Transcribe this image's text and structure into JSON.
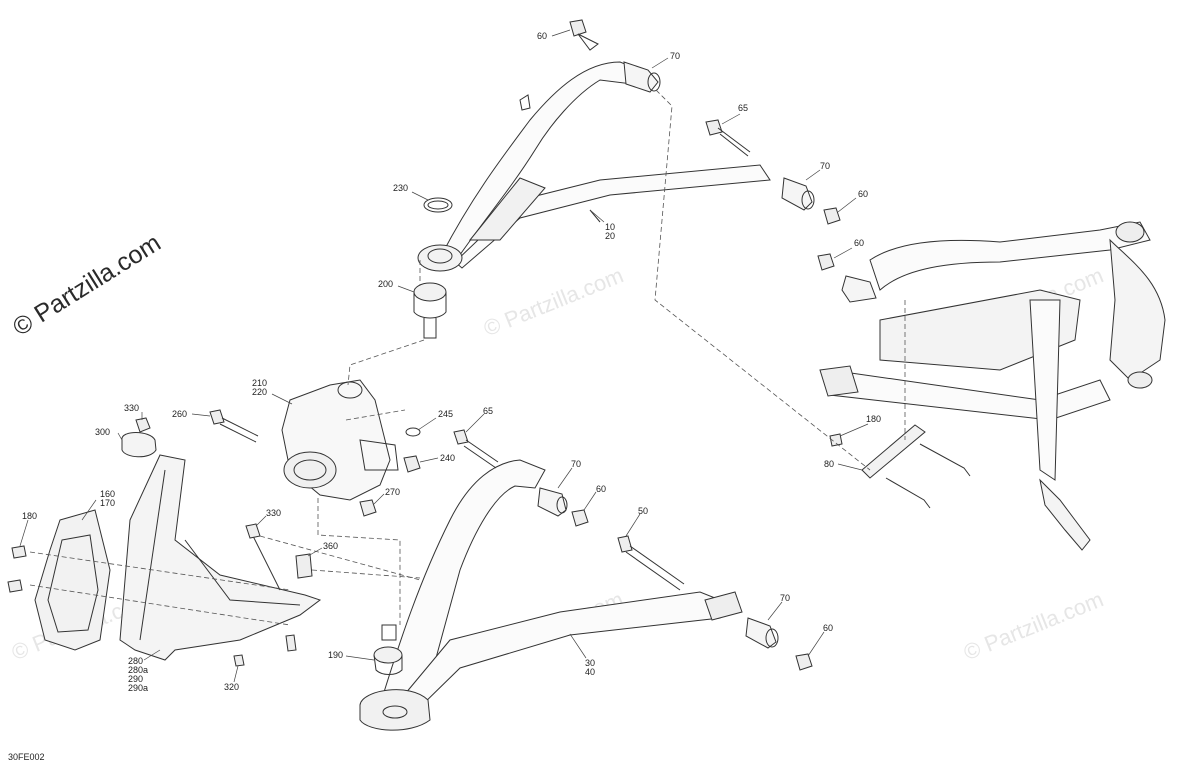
{
  "diagram": {
    "watermark_text": "© Partzilla.com",
    "figure_code": "30FE002",
    "callouts": [
      {
        "id": "60-a",
        "text": "60"
      },
      {
        "id": "70-a",
        "text": "70"
      },
      {
        "id": "65-a",
        "text": "65"
      },
      {
        "id": "70-b",
        "text": "70"
      },
      {
        "id": "60-b",
        "text": "60"
      },
      {
        "id": "230",
        "text": "230"
      },
      {
        "id": "10-20",
        "text": "10\n20"
      },
      {
        "id": "60-c",
        "text": "60"
      },
      {
        "id": "200",
        "text": "200"
      },
      {
        "id": "210-220",
        "text": "210\n220"
      },
      {
        "id": "260",
        "text": "260"
      },
      {
        "id": "330-a",
        "text": "330"
      },
      {
        "id": "300",
        "text": "300"
      },
      {
        "id": "245",
        "text": "245"
      },
      {
        "id": "65-b",
        "text": "65"
      },
      {
        "id": "240",
        "text": "240"
      },
      {
        "id": "70-c",
        "text": "70"
      },
      {
        "id": "60-d",
        "text": "60"
      },
      {
        "id": "270",
        "text": "270"
      },
      {
        "id": "180-a",
        "text": "180"
      },
      {
        "id": "80",
        "text": "80"
      },
      {
        "id": "160-170",
        "text": "160\n170"
      },
      {
        "id": "180-b",
        "text": "180"
      },
      {
        "id": "330-b",
        "text": "330"
      },
      {
        "id": "360",
        "text": "360"
      },
      {
        "id": "50",
        "text": "50"
      },
      {
        "id": "70-d",
        "text": "70"
      },
      {
        "id": "60-e",
        "text": "60"
      },
      {
        "id": "190",
        "text": "190"
      },
      {
        "id": "30-40",
        "text": "30\n40"
      },
      {
        "id": "280-group",
        "text": "280\n280a\n290\n290a"
      },
      {
        "id": "320",
        "text": "320"
      }
    ]
  }
}
